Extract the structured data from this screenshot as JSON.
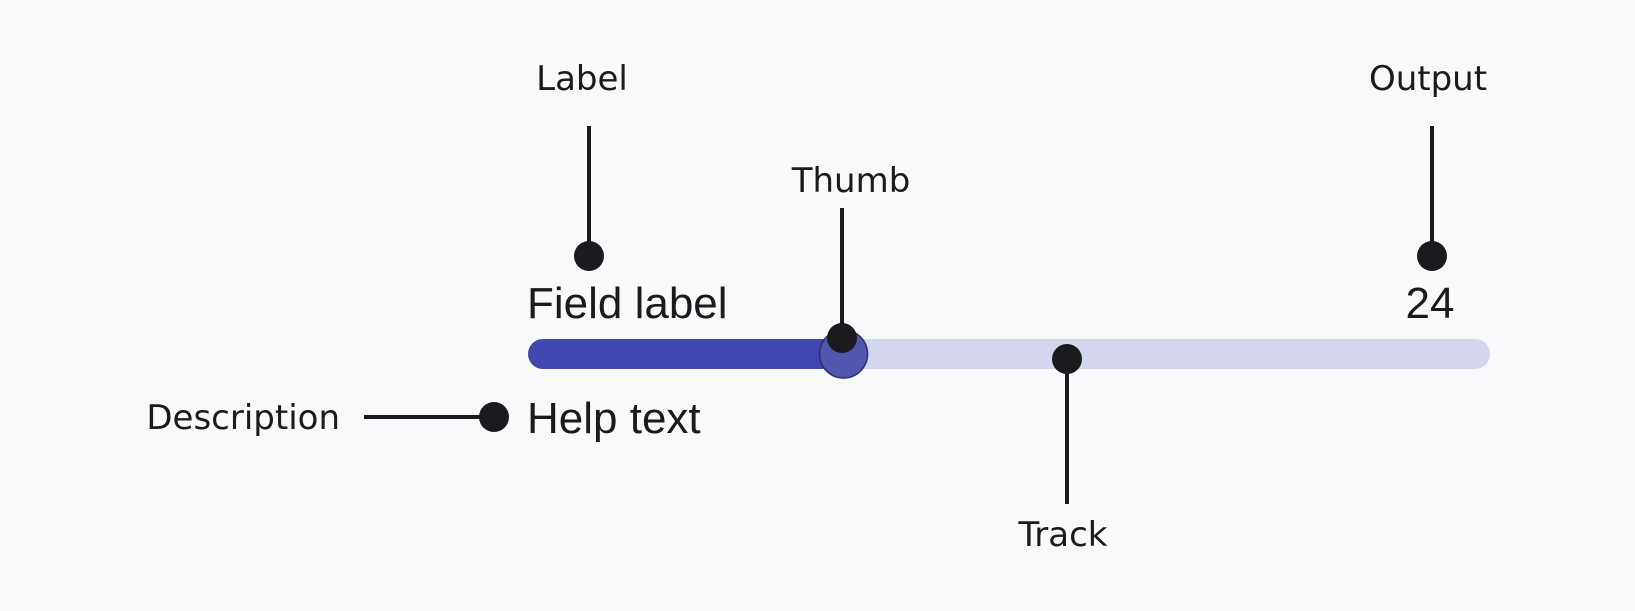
{
  "callouts": {
    "label": "Label",
    "thumb": "Thumb",
    "output": "Output",
    "description": "Description",
    "track": "Track"
  },
  "slider": {
    "field_label": "Field label",
    "output_value": "24",
    "help_text": "Help text",
    "fill_fraction": 0.328
  },
  "colors": {
    "fill": "#4348b0",
    "track": "#d3d6ec",
    "thumb": "#5157ad",
    "callout_line": "#1b1b1f",
    "text": "#1b1b1f"
  }
}
